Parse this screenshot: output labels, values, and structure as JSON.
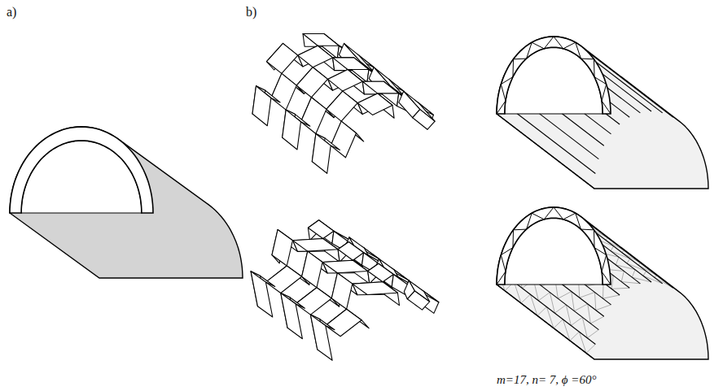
{
  "diagram": {
    "labels": [
      "a)",
      "b)",
      "m=17, n= 7, ϕ =60°"
    ]
  }
}
